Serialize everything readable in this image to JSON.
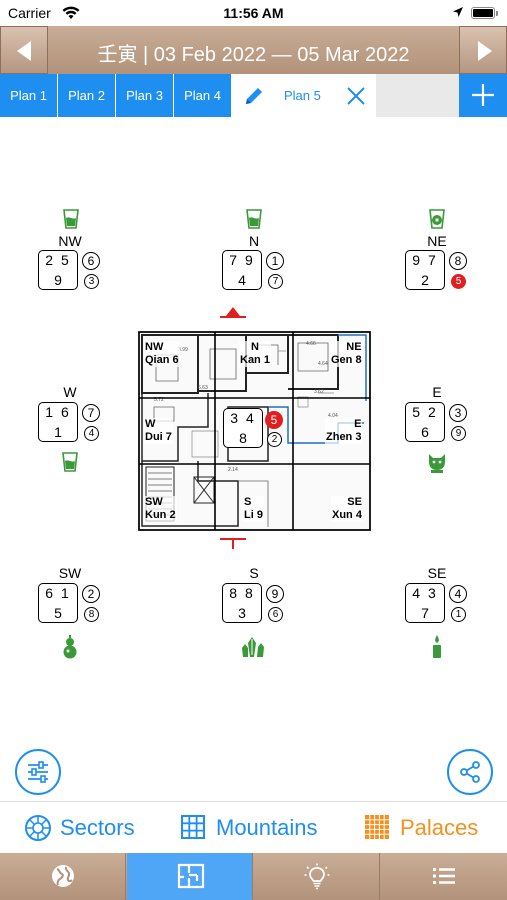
{
  "status": {
    "carrier": "Carrier",
    "time": "11:56 AM"
  },
  "header": {
    "date_range": "壬寅  |  03 Feb 2022 — 05 Mar 2022",
    "prev_icon": "chevron-left-icon",
    "next_icon": "chevron-right-icon"
  },
  "plans": {
    "tabs": [
      "Plan 1",
      "Plan 2",
      "Plan 3",
      "Plan 4"
    ],
    "active": "Plan 5",
    "active_icons": [
      "pencil-icon",
      "close-icon"
    ],
    "add_icon": "plus-icon"
  },
  "palaces": [
    {
      "id": "nw",
      "dir": "NW",
      "mountain": "2",
      "water": "5",
      "period": "6",
      "year": "3",
      "month": "9",
      "cure": "water-glass-icon",
      "cure_color": "#3a9a3a"
    },
    {
      "id": "n",
      "dir": "N",
      "mountain": "7",
      "water": "9",
      "period": "1",
      "year": "7",
      "month": "4",
      "cure": "water-glass-icon",
      "cure_color": "#3a9a3a"
    },
    {
      "id": "ne",
      "dir": "NE",
      "mountain": "9",
      "water": "7",
      "period": "8",
      "year": "5",
      "month": "2",
      "cure": "coin-glass-icon",
      "cure_color": "#3a9a3a",
      "year_highlight": true
    },
    {
      "id": "w",
      "dir": "W",
      "mountain": "1",
      "water": "6",
      "period": "7",
      "year": "4",
      "month": "1",
      "cure": "water-glass-icon",
      "cure_color": "#3a9a3a"
    },
    {
      "id": "e",
      "dir": "E",
      "mountain": "5",
      "water": "2",
      "period": "3",
      "year": "9",
      "month": "6",
      "cure": "wu-lou-cat-icon",
      "cure_color": "#3a9a3a"
    },
    {
      "id": "sw",
      "dir": "SW",
      "mountain": "6",
      "water": "1",
      "period": "2",
      "year": "8",
      "month": "5",
      "cure": "gourd-icon",
      "cure_color": "#3a9a3a"
    },
    {
      "id": "s",
      "dir": "S",
      "mountain": "8",
      "water": "8",
      "period": "9",
      "year": "6",
      "month": "3",
      "cure": "crystal-icon",
      "cure_color": "#3a9a3a"
    },
    {
      "id": "se",
      "dir": "SE",
      "mountain": "4",
      "water": "3",
      "period": "4",
      "year": "1",
      "month": "7",
      "cure": "candle-icon",
      "cure_color": "#3a9a3a"
    }
  ],
  "center": {
    "mountain": "3",
    "water": "4",
    "period": "5",
    "year": "2",
    "month": "8"
  },
  "sectors": {
    "nw": [
      "NW",
      "Qian 6"
    ],
    "n": [
      "N",
      "Kan 1"
    ],
    "ne": [
      "NE",
      "Gen 8"
    ],
    "w": [
      "W",
      "Dui 7"
    ],
    "e": [
      "E",
      "Zhen 3"
    ],
    "sw": [
      "SW",
      "Kun 2"
    ],
    "s": [
      "S",
      "Li 9"
    ],
    "se": [
      "SE",
      "Xun 4"
    ]
  },
  "actions": {
    "filter_icon": "sliders-icon",
    "share_icon": "share-icon"
  },
  "modes": {
    "sectors": "Sectors",
    "mountains": "Mountains",
    "palaces": "Palaces",
    "active": "Palaces",
    "active_color": "#f7901e",
    "inactive_color": "#1e8ef0"
  },
  "bottom_tabs": [
    "globe-icon",
    "floor-plan-icon",
    "lightbulb-icon",
    "list-icon"
  ],
  "bottom_active": "floor-plan-icon"
}
